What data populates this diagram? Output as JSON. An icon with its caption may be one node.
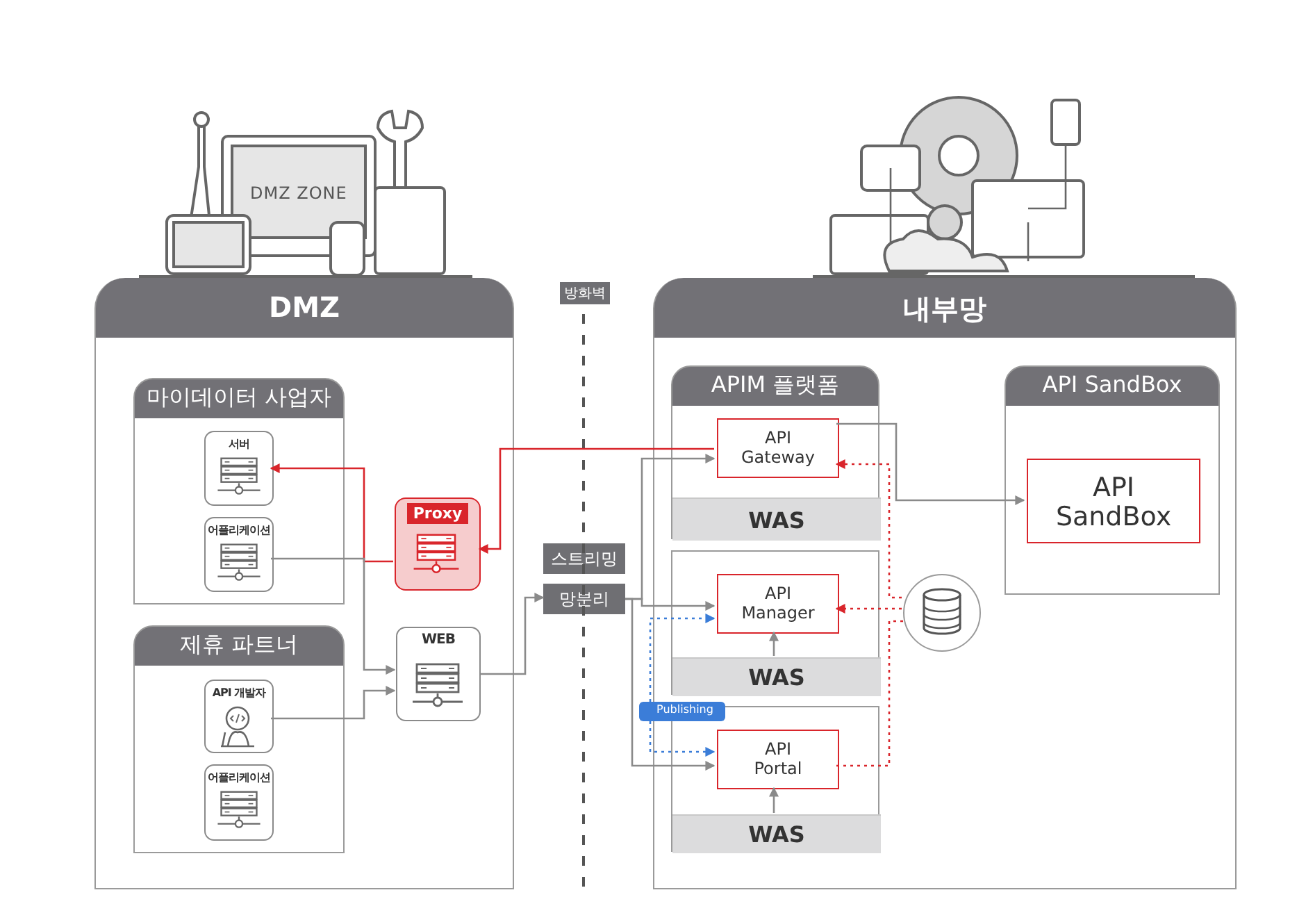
{
  "diagram": {
    "nodes": [
      {
        "text": [
          "DMZ"
        ]
      },
      {
        "text": [
          "마이데이터 사업자"
        ],
        "in": 0
      },
      {
        "text": [
          "서버"
        ],
        "in": 1
      },
      {
        "text": [
          "어플리케이션"
        ],
        "in": 1
      },
      {
        "text": [
          "제휴 파트너"
        ],
        "in": 0
      },
      {
        "text": [
          "API 개발자"
        ],
        "in": 4
      },
      {
        "text": [
          "어플리케이션"
        ],
        "in": 4
      },
      {
        "text": [
          "Proxy"
        ],
        "in": 0
      },
      {
        "text": [
          "WEB"
        ],
        "in": 0
      },
      {
        "text": [
          "스트리밍"
        ]
      },
      {
        "text": [
          "망분리"
        ]
      },
      {
        "text": [
          "내부망"
        ]
      },
      {
        "text": [
          "APIM 플랫폼"
        ],
        "in": 11
      },
      {
        "text": [
          "API Gateway"
        ],
        "in": 12
      },
      {
        "text": [
          "WAS"
        ],
        "in": 12
      },
      {
        "text": [],
        "shape": "box",
        "in": 11
      },
      {
        "text": [
          "API Manager"
        ],
        "in": 15
      },
      {
        "text": [
          "WAS"
        ],
        "in": 15
      },
      {
        "text": [],
        "shape": "box",
        "in": 11
      },
      {
        "text": [
          "API Portal"
        ],
        "in": 18
      },
      {
        "text": [
          "WAS"
        ],
        "in": 18
      },
      {
        "text": [
          "API SandBox"
        ],
        "in": 11
      },
      {
        "text": [
          "API SandBox"
        ],
        "in": 21
      },
      {
        "text": [],
        "shape": "cylinder",
        "in": 11
      },
      {
        "text": [
          "Publishing"
        ]
      }
    ],
    "edges": [
      {
        "from": 7,
        "to": 2,
        "arrow": "to",
        "color": "#d9252b"
      },
      {
        "from": 13,
        "to": 7,
        "arrow": "to",
        "color": "#d9252b"
      },
      {
        "from": 3,
        "to": 8,
        "arrow": "to"
      },
      {
        "from": 5,
        "to": 8,
        "arrow": "to"
      },
      {
        "from": 8,
        "to": 10,
        "arrow": "to"
      },
      {
        "from": 10,
        "to": 19,
        "arrow": "to"
      },
      {
        "from": 10,
        "to": 13,
        "arrow": "to"
      },
      {
        "from": 10,
        "to": 16,
        "arrow": "to"
      },
      {
        "from": 13,
        "to": 22,
        "arrow": "to"
      },
      {
        "from": 23,
        "to": 13,
        "arrow": "to",
        "style": "dashed",
        "color": "#d9252b"
      },
      {
        "from": 23,
        "to": 16,
        "arrow": "to",
        "style": "dashed",
        "color": "#d9252b"
      },
      {
        "from": 19,
        "to": 23,
        "arrow": "none",
        "style": "dashed",
        "color": "#d9252b"
      },
      {
        "from": 24,
        "to": 16,
        "arrow": "to",
        "style": "dashed",
        "color": "#3b7dd8"
      },
      {
        "from": 24,
        "to": 19,
        "arrow": "to",
        "style": "dashed",
        "color": "#3b7dd8"
      },
      {
        "from": 17,
        "to": 16,
        "arrow": "to"
      },
      {
        "from": 20,
        "to": 19,
        "arrow": "to"
      }
    ],
    "labels": [
      "DMZ ZONE",
      "방화벽"
    ]
  }
}
